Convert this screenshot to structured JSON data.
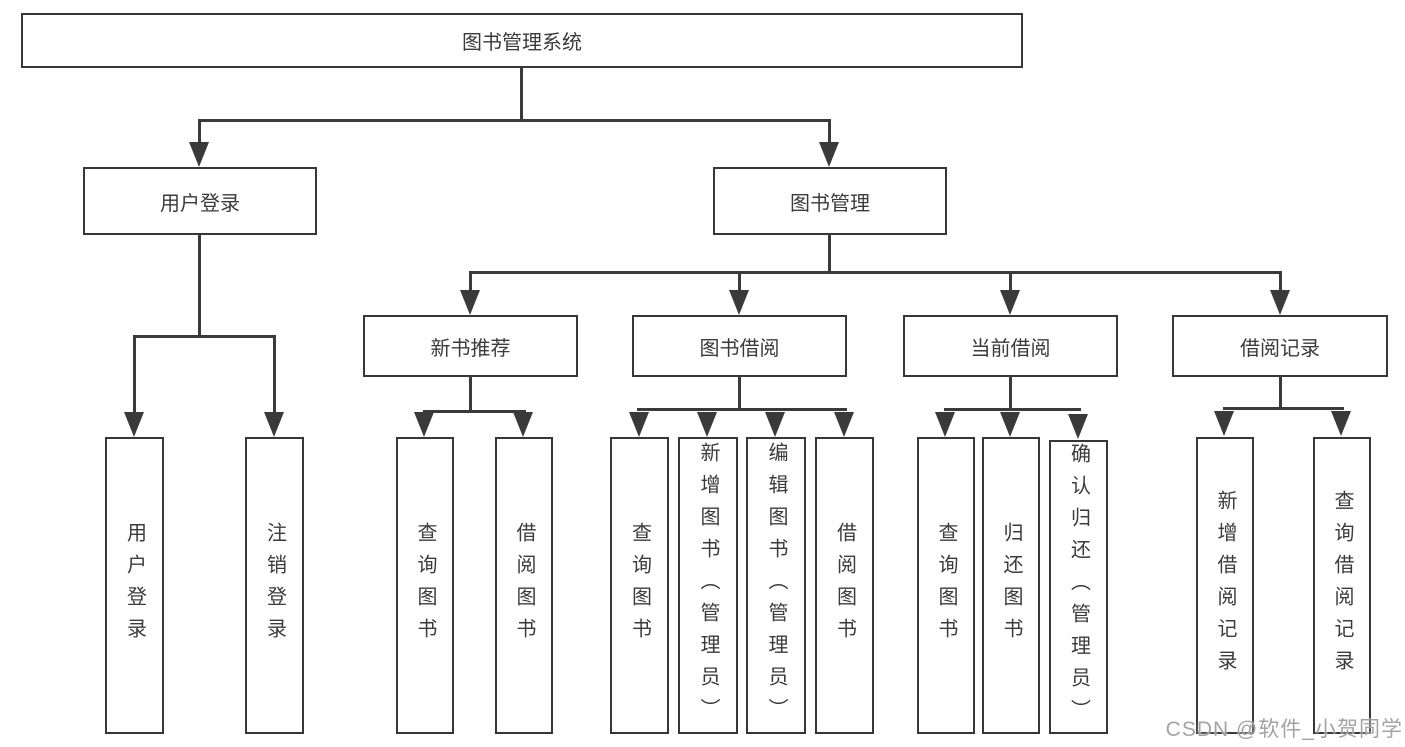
{
  "tree": {
    "root": "图书管理系统",
    "children": [
      {
        "label": "用户登录",
        "children": [
          "用户登录",
          "注销登录"
        ]
      },
      {
        "label": "图书管理",
        "children": [
          {
            "label": "新书推荐",
            "children": [
              "查询图书",
              "借阅图书"
            ]
          },
          {
            "label": "图书借阅",
            "children": [
              "查询图书",
              "新增图书（管理员）",
              "编辑图书（管理员）",
              "借阅图书"
            ]
          },
          {
            "label": "当前借阅",
            "children": [
              "查询图书",
              "归还图书",
              "确认归还（管理员）"
            ]
          },
          {
            "label": "借阅记录",
            "children": [
              "新增借阅记录",
              "查询借阅记录"
            ]
          }
        ]
      }
    ]
  },
  "watermark": {
    "text": "CSDN @软件_小贺同学"
  },
  "colors": {
    "line": "#3a3a3a",
    "border": "#373737",
    "text": "#3b3b3b",
    "watermark": "#9e9e9e",
    "background": "#ffffff"
  }
}
